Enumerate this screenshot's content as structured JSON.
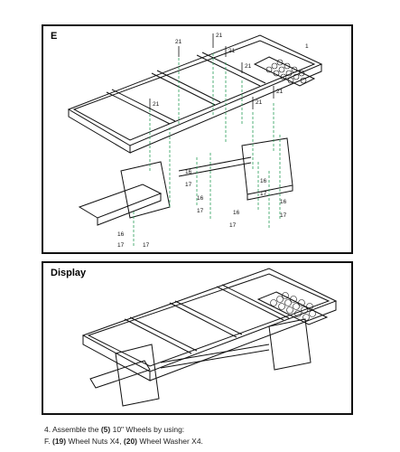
{
  "panels": {
    "exploded": {
      "label": "E",
      "part_numbers": {
        "top_bolts": "21",
        "frame": "1",
        "washer": "16",
        "nut": "17"
      }
    },
    "display": {
      "label": "Display"
    }
  },
  "instructions": {
    "step_prefix": "4. Assemble the ",
    "step_qty": "(5)",
    "step_suffix": " 10\" Wheels by using:",
    "line2_prefix": "F. ",
    "nuts_ref": "(19)",
    "nuts_text": " Wheel Nuts X4, ",
    "washer_ref": "(20)",
    "washer_text": " Wheel Washer X4."
  }
}
